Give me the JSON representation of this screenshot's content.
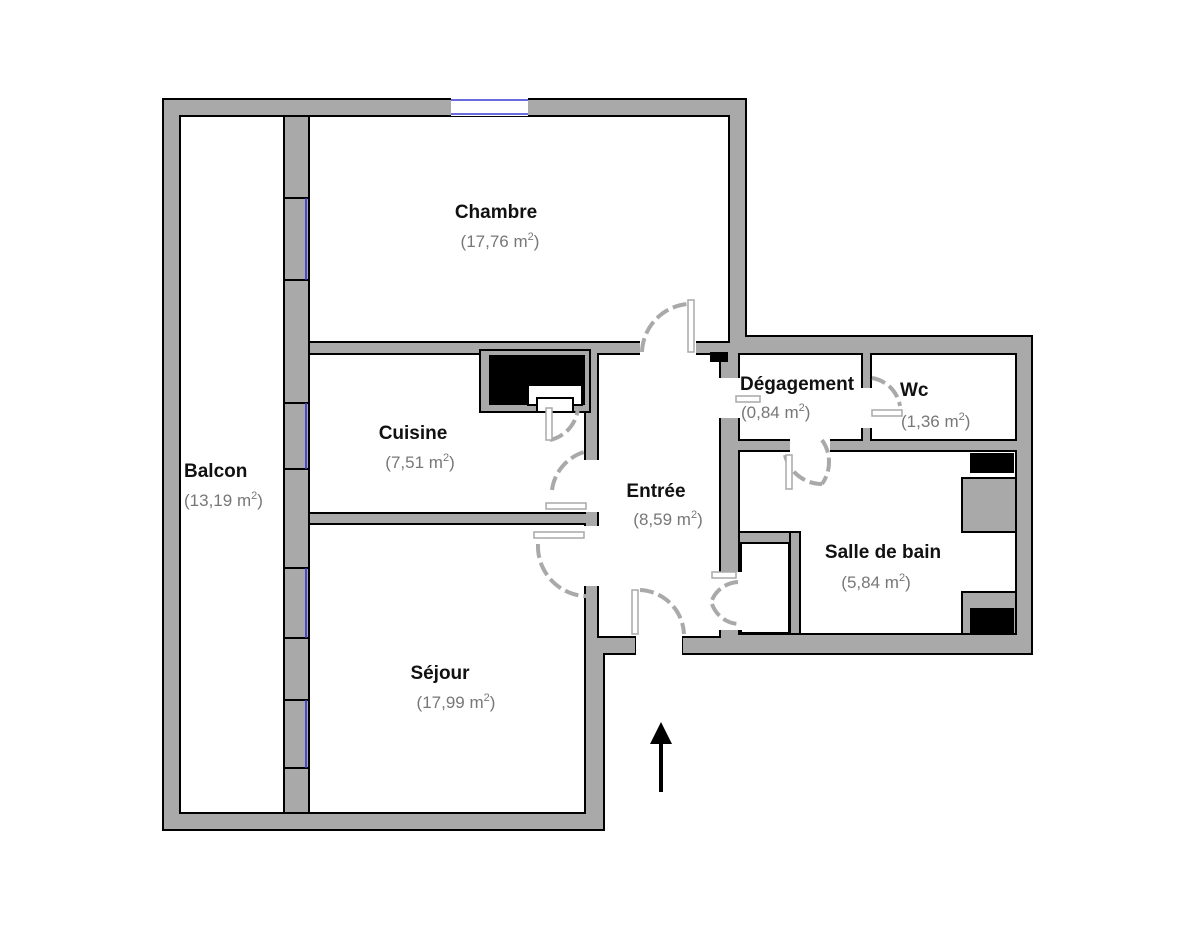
{
  "plan": {
    "rooms": [
      {
        "id": "chambre",
        "name": "Chambre",
        "area_value": "17,76",
        "area_unit": "m",
        "area_exp": "2"
      },
      {
        "id": "cuisine",
        "name": "Cuisine",
        "area_value": "7,51",
        "area_unit": "m",
        "area_exp": "2"
      },
      {
        "id": "balcon",
        "name": "Balcon",
        "area_value": "13,19",
        "area_unit": "m",
        "area_exp": "2"
      },
      {
        "id": "entree",
        "name": "Entrée",
        "area_value": "8,59",
        "area_unit": "m",
        "area_exp": "2"
      },
      {
        "id": "sejour",
        "name": "Séjour",
        "area_value": "17,99",
        "area_unit": "m",
        "area_exp": "2"
      },
      {
        "id": "degagement",
        "name": "Dégagement",
        "area_value": "0,84",
        "area_unit": "m",
        "area_exp": "2"
      },
      {
        "id": "wc",
        "name": "Wc",
        "area_value": "1,36",
        "area_unit": "m",
        "area_exp": "2"
      },
      {
        "id": "salle-de-bain",
        "name": "Salle de bain",
        "area_value": "5,84",
        "area_unit": "m",
        "area_exp": "2"
      }
    ],
    "entrance_arrow": "up-arrow-icon",
    "colors": {
      "wall": "#a9a9a9",
      "window": "#3a3ad6",
      "fixture": "#000000"
    }
  }
}
